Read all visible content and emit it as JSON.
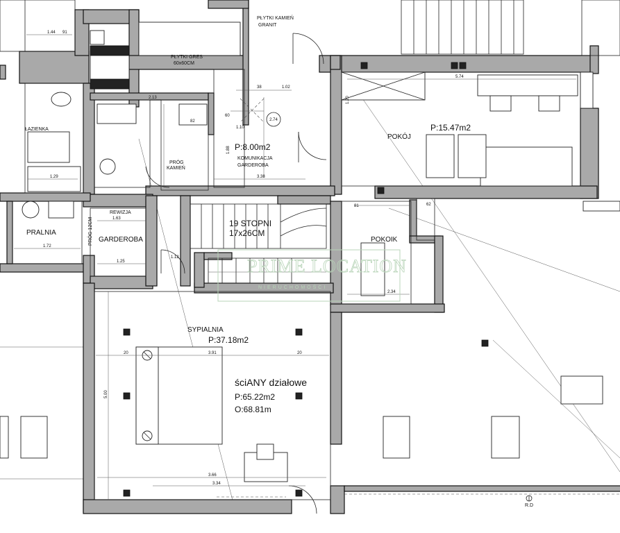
{
  "rooms": {
    "lazienka": "ŁAZIENKA",
    "pralnia": "PRALNIA",
    "garderoba_left": "GARDEROBA",
    "rewizja": "REWIZJA",
    "komunikacja_area": "P:8.00m2",
    "komunikacja_name": "KOMUNIKACJA",
    "komunikacja_name2": "GARDEROBA",
    "pokoj": "POKÓJ",
    "pokoj_area": "P:15.47m2",
    "pokoik": "POKOIK",
    "sypialnia": "SYPIALNIA",
    "sypialnia_area": "P:37.18m2",
    "prog_kamien": "PRÓG",
    "prog_kamien2": "KAMIEŃ",
    "prog_12": "PRÓG 12CM"
  },
  "notes": {
    "plytki_gres": "PŁYTKI GRES",
    "plytki_gres_size": "60x60CM",
    "plytki_kamien": "PŁYTKI KAMIEŃ",
    "plytki_kamien2": "GRANIT",
    "stairs_count": "19 STOPNI",
    "stairs_size": "17x26CM",
    "sciany": "ściANY działowe",
    "sciany_area": "P:65.22m2",
    "sciany_perimeter": "O:68.81m",
    "rd": "R.D",
    "circle_mark": "2.74"
  },
  "watermark": {
    "title": "PRIME LOCATION",
    "subtitle": "NIERUCHOMOŚCI"
  },
  "dimensions": {
    "d_144": "1.44",
    "d_91": "91",
    "d_102": "1.02",
    "d_38": "38",
    "d_338": "3.38",
    "d_163": "1.63",
    "d_172": "1.72",
    "d_125": "1.25",
    "d_129": "1.29",
    "d_391": "3.91",
    "d_334": "3.34",
    "d_366": "3.66",
    "d_500": "5.00",
    "d_574": "5.74",
    "d_234": "2.34",
    "d_213": "2.13",
    "d_112": "1.12",
    "d_20": "20",
    "d_62": "62",
    "d_81": "81",
    "d_110": "1.10",
    "d_188": "1.88",
    "d_60": "60",
    "d_82": "82",
    "d_120": "1.20"
  }
}
